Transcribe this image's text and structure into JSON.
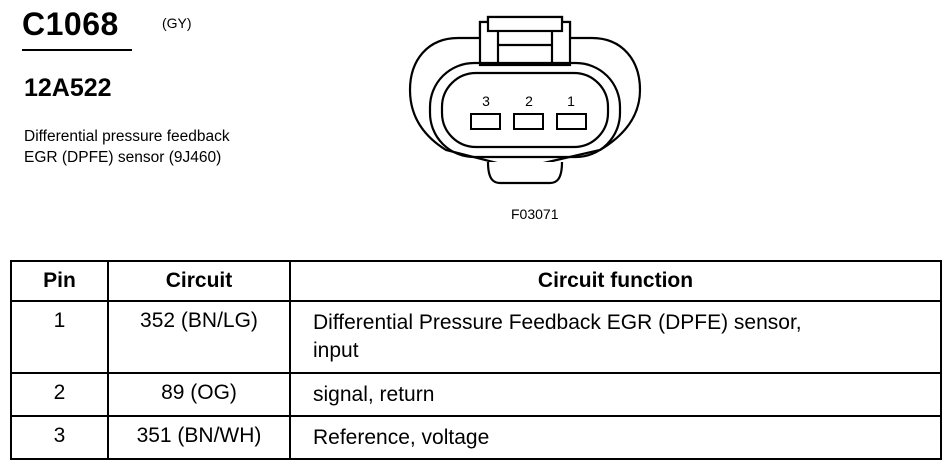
{
  "connector": {
    "id": "C1068",
    "color": "(GY)",
    "part_number": "12A522",
    "description_lines": [
      "Differential pressure feedback",
      "EGR (DPFE) sensor (9J460)"
    ],
    "figure_id": "F03071",
    "pin_labels": [
      "3",
      "2",
      "1"
    ]
  },
  "table": {
    "headers": [
      "Pin",
      "Circuit",
      "Circuit function"
    ],
    "rows": [
      {
        "pin": "1",
        "circuit": "352 (BN/LG)",
        "function_lines": [
          "Differential Pressure Feedback EGR (DPFE) sensor,",
          "input"
        ]
      },
      {
        "pin": "2",
        "circuit": "89 (OG)",
        "function_lines": [
          "signal, return"
        ]
      },
      {
        "pin": "3",
        "circuit": "351 (BN/WH)",
        "function_lines": [
          "Reference, voltage"
        ]
      }
    ]
  }
}
